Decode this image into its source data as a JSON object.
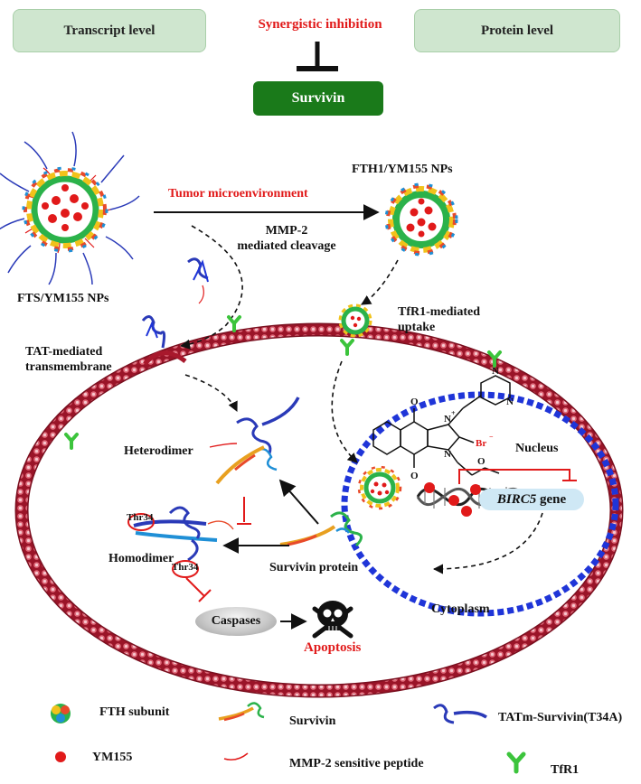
{
  "header": {
    "transcript_level": "Transcript level",
    "synergistic_inhibition": "Synergistic inhibition",
    "protein_level": "Protein level",
    "survivin_target": "Survivin"
  },
  "process": {
    "fts_np": "FTS/YM155 NPs",
    "fth1_np": "FTH1/YM155 NPs",
    "tumor_micro": "Tumor microenvironment",
    "mmp2_line1": "MMP-2",
    "mmp2_line2": "mediated cleavage",
    "tat_line1": "TAT-mediated",
    "tat_line2": "transmembrane",
    "tfr1_line1": "TfR1-mediated",
    "tfr1_line2": "uptake"
  },
  "cell": {
    "nucleus": "Nucleus",
    "gene_italic": "BIRC5",
    "gene_suffix": " gene",
    "heterodimer": "Heterodimer",
    "homodimer": "Homodimer",
    "thr34_a": "Thr34",
    "thr34_b": "Thr34",
    "survivin_protein": "Survivin protein",
    "caspases": "Caspases",
    "apoptosis": "Apoptosis",
    "cytoplasm": "Cytoplasm",
    "bromide": "Br",
    "bromide_charge": "−",
    "n_plus": "N",
    "n_plus_charge": "+",
    "n_a": "N",
    "n_b": "N",
    "n_c": "N",
    "o_top": "O",
    "o_bottom": "O",
    "o_ether": "O"
  },
  "legend": {
    "fth_subunit": "FTH subunit",
    "survivin": "Survivin",
    "tatm": "TATm-Survivin(T34A)",
    "ym155": "YM155",
    "mmp2_peptide": "MMP-2 sensitive peptide",
    "tfr1": "TfR1"
  },
  "colors": {
    "membrane": "#a8182c",
    "nucleus_border": "#1f35d8",
    "red_text": "#e11a1a",
    "survivin_box": "#1a7a1a",
    "header_box": "#cfe6cf",
    "receptor": "#3cc43c"
  }
}
